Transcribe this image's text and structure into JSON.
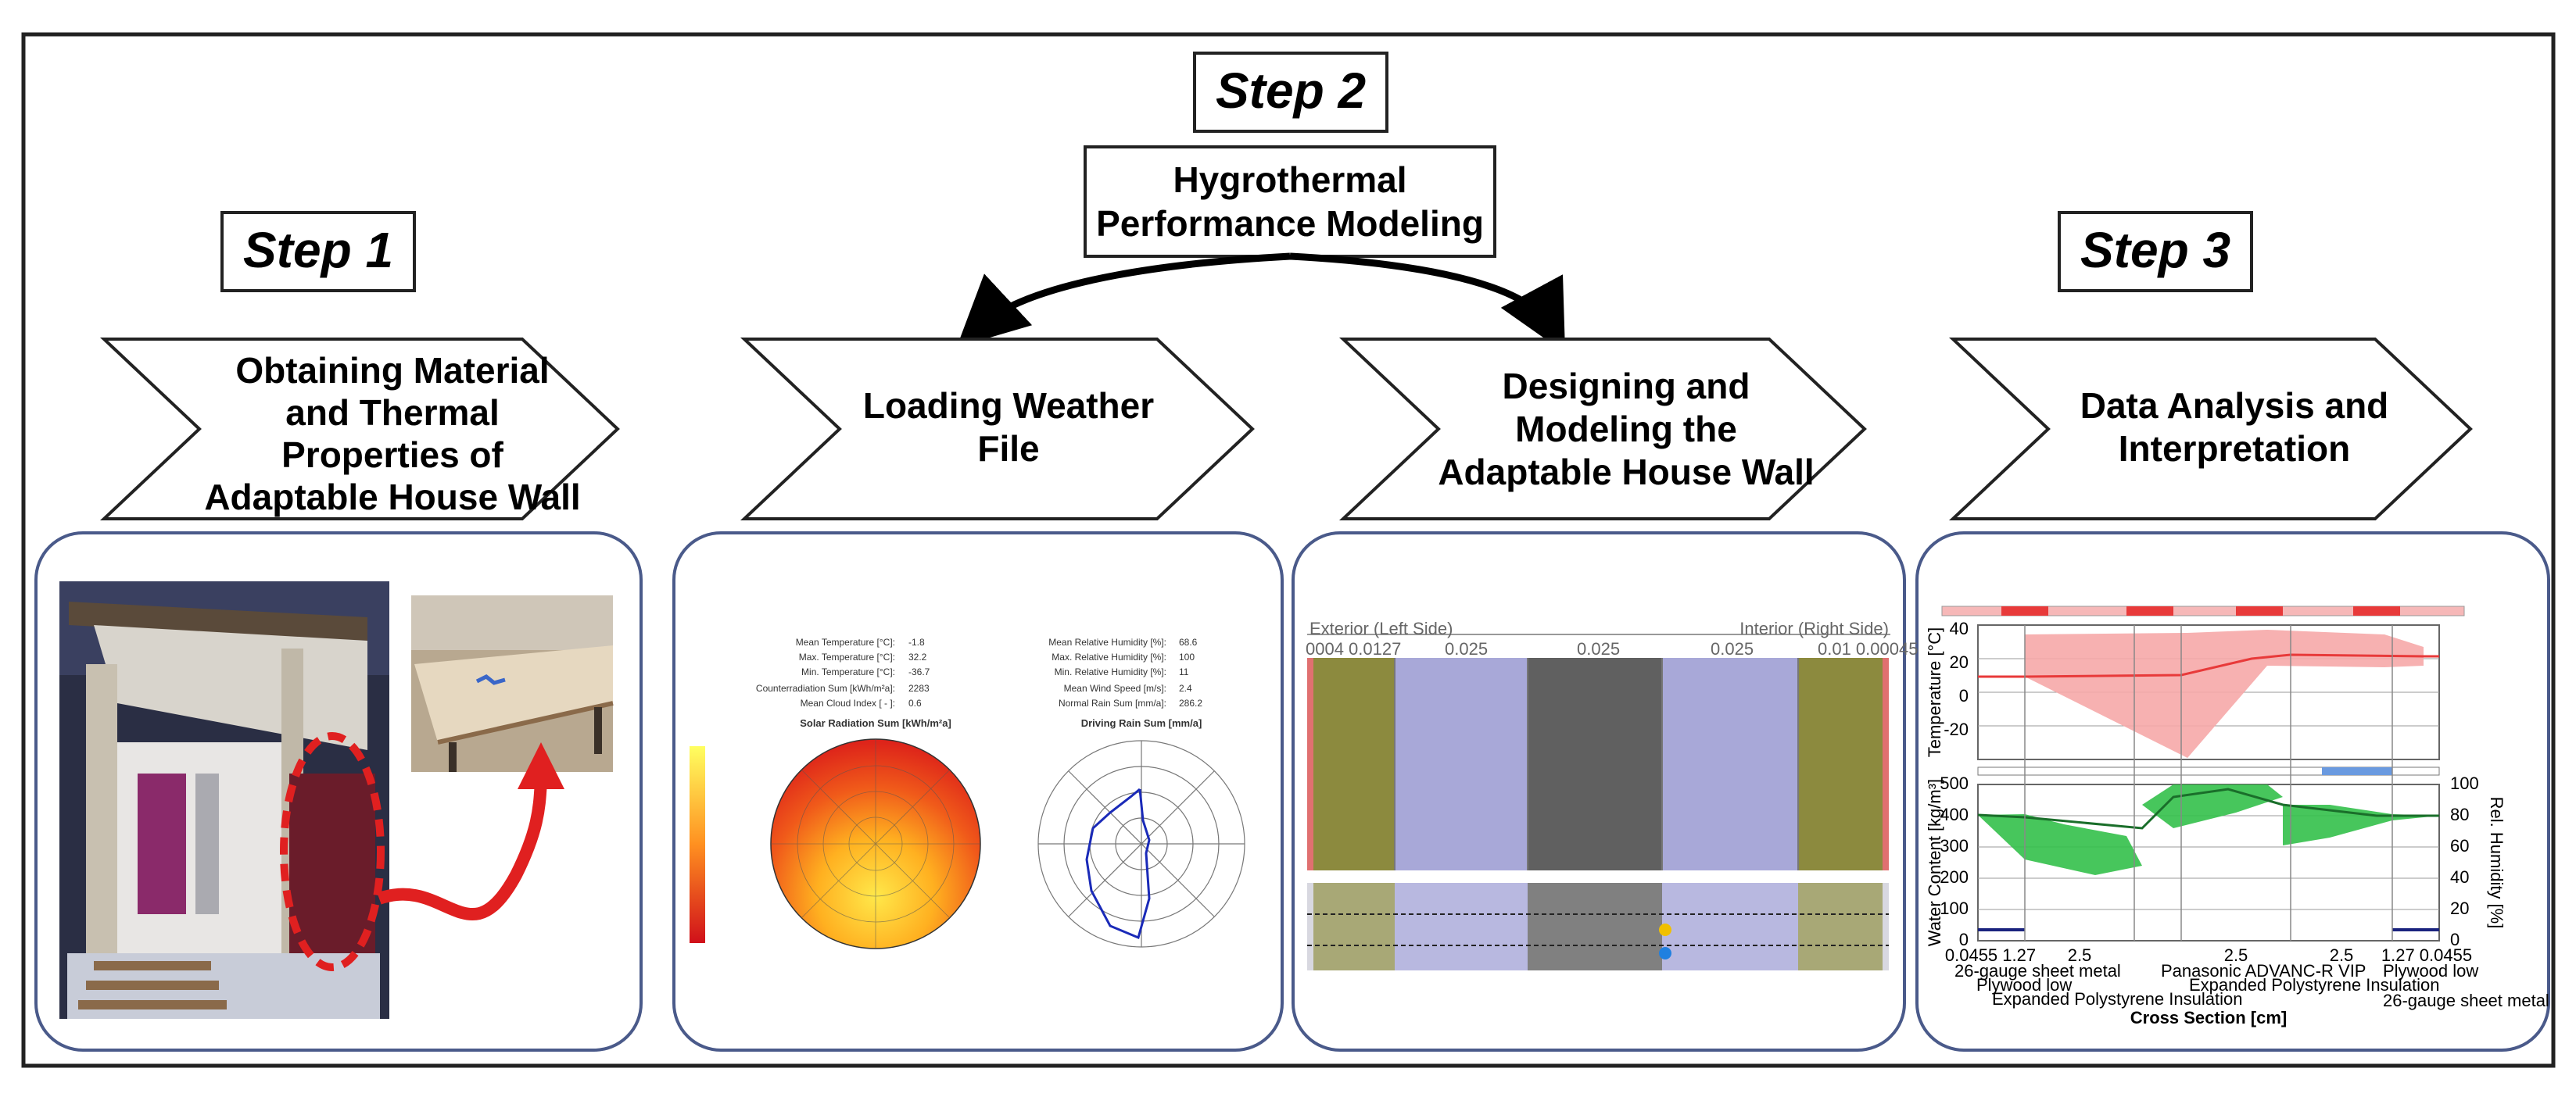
{
  "steps": {
    "step1": "Step 1",
    "step2": "Step 2",
    "step3": "Step 3"
  },
  "hygrothermal": [
    "Hygrothermal",
    "Performance Modeling"
  ],
  "chevrons": [
    {
      "lines": [
        "Obtaining Material",
        "and Thermal",
        "Properties of",
        "Adaptable House Wall"
      ]
    },
    {
      "lines": [
        "Loading Weather",
        "File"
      ]
    },
    {
      "lines": [
        "Designing and",
        "Modeling the",
        "Adaptable House Wall"
      ]
    },
    {
      "lines": [
        "Data Analysis and",
        "Interpretation"
      ]
    }
  ],
  "weather": {
    "stats_left": [
      {
        "label": "Mean Temperature [°C]:",
        "value": "-1.8"
      },
      {
        "label": "Max. Temperature [°C]:",
        "value": "32.2"
      },
      {
        "label": "Min. Temperature [°C]:",
        "value": "-36.7"
      },
      {
        "label": "Counterradiation Sum [kWh/m²a]:",
        "value": "2283"
      },
      {
        "label": "Mean Cloud Index [ - ]:",
        "value": "0.6"
      }
    ],
    "stats_right": [
      {
        "label": "Mean Relative Humidity [%]:",
        "value": "68.6"
      },
      {
        "label": "Max. Relative Humidity [%]:",
        "value": "100"
      },
      {
        "label": "Min. Relative Humidity [%]:",
        "value": "11"
      },
      {
        "label": "Mean Wind Speed [m/s]:",
        "value": "2.4"
      },
      {
        "label": "Normal Rain Sum [mm/a]:",
        "value": "286.2"
      }
    ],
    "solar_title": "Solar Radiation Sum [kWh/m²a]",
    "rain_title": "Driving Rain Sum [mm/a]"
  },
  "wall_model": {
    "exterior_label": "Exterior (Left Side)",
    "interior_label": "Interior (Right Side)",
    "thickness_labels": [
      "0004 0.0127",
      "0.025",
      "0.025",
      "0.025",
      "0.01 0.00045"
    ],
    "colors": {
      "cladding": "#8c8a3e",
      "insulation": "#a8a8d8",
      "vip": "#606060",
      "edge": "#e07070"
    }
  },
  "results": {
    "temp_axis_title": "Temperature [°C]",
    "temp_ticks": [
      "40",
      "20",
      "0",
      "-20"
    ],
    "wc_axis_title": "Water Content [kg/m³]",
    "wc_ticks": [
      "500",
      "400",
      "300",
      "200",
      "100",
      "0"
    ],
    "rh_axis_title": "Rel. Humidity [%]",
    "rh_ticks": [
      "100",
      "80",
      "60",
      "40",
      "20",
      "0"
    ],
    "x_ticks": [
      "0.0455 1.27",
      "2.5",
      "2.5",
      "2.5",
      "1.27 0.0455"
    ],
    "material_labels": [
      "26-gauge sheet metal",
      "Plywood low",
      "Expanded Polystyrene Insulation",
      "Panasonic ADVANC-R VIP",
      "Expanded Polystyrene Insulation",
      "Plywood low",
      "26-gauge sheet metal"
    ],
    "x_axis_title": "Cross Section [cm]",
    "colors": {
      "temp": "#e83a3a",
      "temp_band": "#f6a8a8",
      "rh": "#1a9e2a",
      "rh_band": "#33c04a",
      "wc": "#1a237e"
    }
  }
}
